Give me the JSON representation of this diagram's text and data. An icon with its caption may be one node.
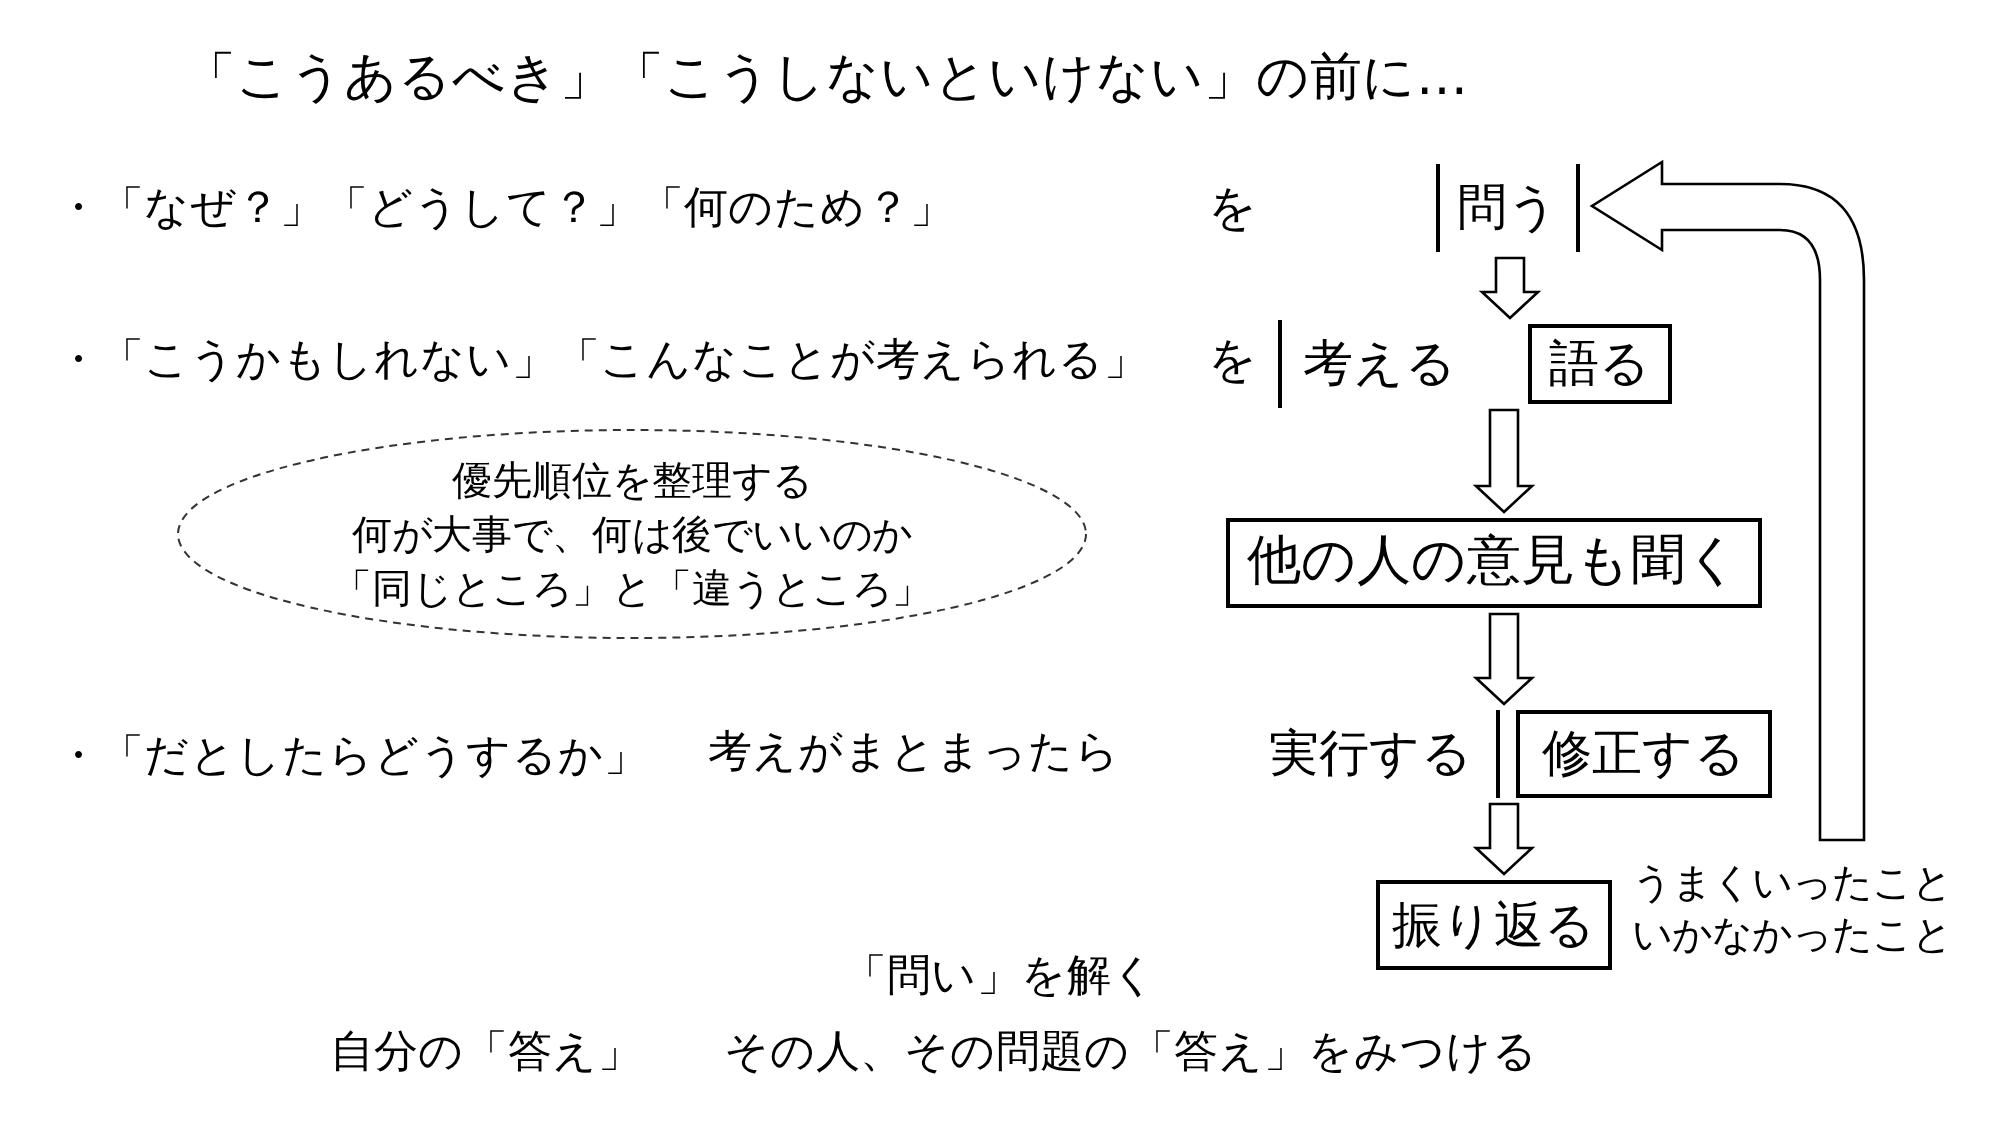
{
  "diagram": {
    "title": "「こうあるべき」「こうしないといけない」の前に…",
    "nodes": [
      {
        "text": [
          "問う"
        ]
      },
      {
        "text": [
          "考える"
        ]
      },
      {
        "text": [
          "語る"
        ]
      },
      {
        "text": [
          "優先順位を整理する",
          "何が大事で、何は後でいいのか",
          "「同じところ」と「違うところ」"
        ]
      },
      {
        "text": [
          "他の人の意見も聞く"
        ]
      },
      {
        "text": [
          "実行する"
        ]
      },
      {
        "text": [
          "修正する"
        ]
      },
      {
        "text": [
          "振り返る"
        ],
        "beside": [
          "うまくいったこといかなかったこと"
        ]
      }
    ],
    "edges": [
      {
        "from": 0,
        "to": 2,
        "arrow": "to"
      },
      {
        "from": 2,
        "to": 4,
        "arrow": "to"
      },
      {
        "from": 4,
        "to": 6,
        "arrow": "to"
      },
      {
        "from": 6,
        "to": 7,
        "arrow": "to"
      },
      {
        "from": null,
        "to": 0,
        "arrow": "to"
      }
    ],
    "labels": [
      "・「なぜ？」「どうして？」「何のため？」",
      "を",
      "・「こうかもしれない」「こんなことが考えられる」",
      "を",
      "・「だとしたらどうするか」",
      "考えがまとまったら",
      "「問い」を解く",
      "自分の「答え」",
      "その人、その問題の「答え」をみつける"
    ]
  }
}
